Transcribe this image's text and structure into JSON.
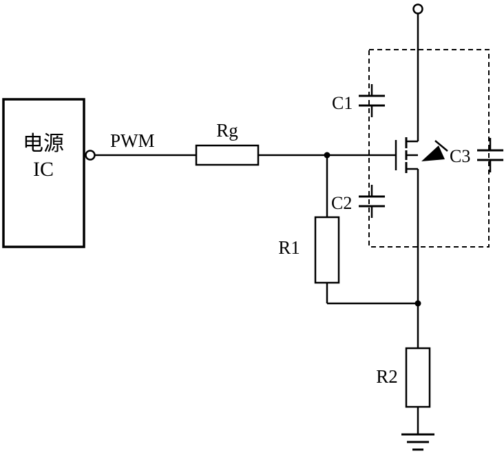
{
  "diagram": {
    "kind": "circuit-schematic",
    "labels": {
      "ic_line1": "电源",
      "ic_line2": "IC",
      "pwm": "PWM",
      "rg": "Rg",
      "c1": "C1",
      "c2": "C2",
      "c3": "C3",
      "r1": "R1",
      "r2": "R2"
    },
    "components": [
      {
        "id": "power_ic",
        "label": "电源 IC",
        "type": "block"
      },
      {
        "id": "pwm",
        "label": "PWM",
        "type": "signal"
      },
      {
        "id": "rg",
        "label": "Rg",
        "type": "resistor"
      },
      {
        "id": "r1",
        "label": "R1",
        "type": "resistor"
      },
      {
        "id": "r2",
        "label": "R2",
        "type": "resistor"
      },
      {
        "id": "c1",
        "label": "C1",
        "type": "capacitor"
      },
      {
        "id": "c2",
        "label": "C2",
        "type": "capacitor"
      },
      {
        "id": "c3",
        "label": "C3",
        "type": "capacitor"
      },
      {
        "id": "q1",
        "label": "",
        "type": "n-mosfet-with-body-diode"
      },
      {
        "id": "gnd",
        "label": "",
        "type": "ground"
      }
    ],
    "colors": {
      "line": "#000000",
      "background": "#ffffff"
    }
  }
}
